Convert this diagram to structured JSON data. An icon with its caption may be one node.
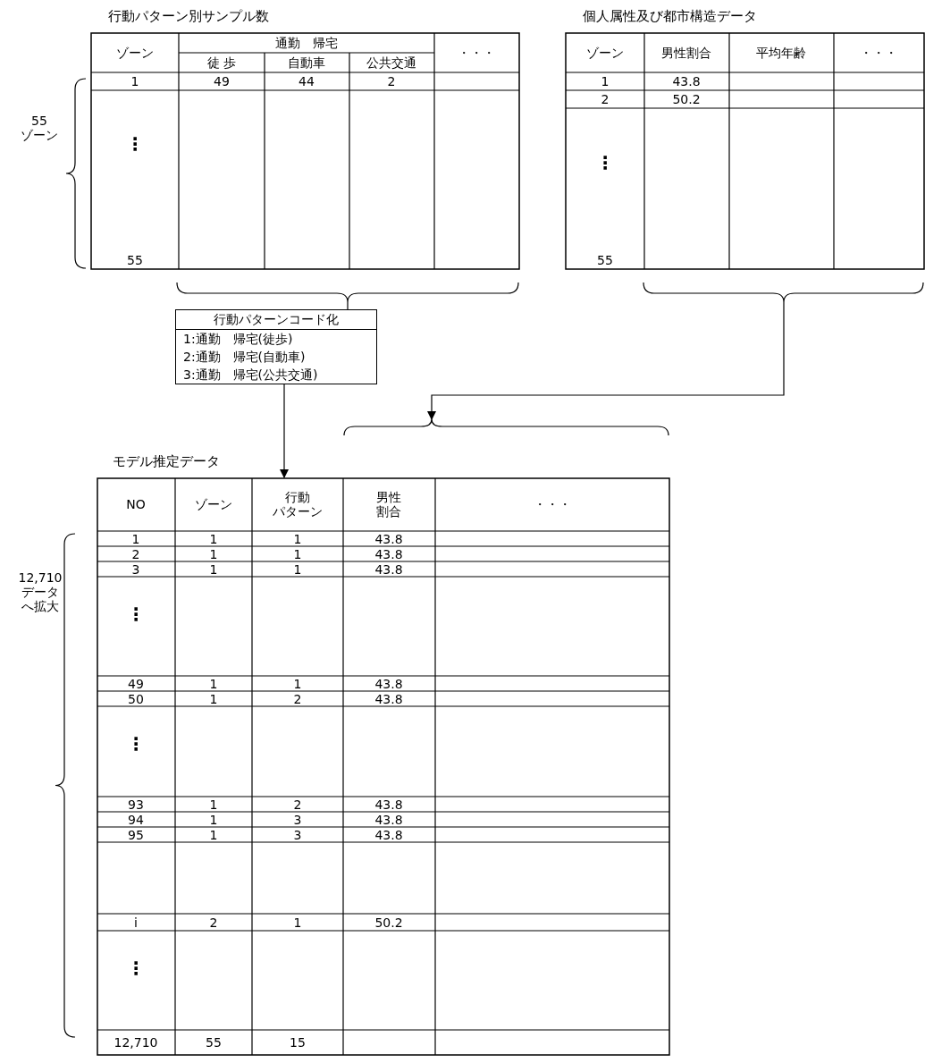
{
  "diagram": {
    "nodes": [
      {
        "text": [
          "行動パターン別サンプル数"
        ]
      },
      {
        "text": [
          "個人属性及び都市構造データ"
        ]
      },
      {
        "text": [
          "行動パターンコード化",
          "1:通勤　帰宅(徒歩)",
          "2:通勤　帰宅(自動車)",
          "3:通勤　帰宅(公共交通)"
        ]
      },
      {
        "text": [
          "モデル推定データ"
        ]
      }
    ],
    "edges": [
      {
        "from": 0,
        "to": 2,
        "arrow": "none"
      },
      {
        "from": 1,
        "to": 3,
        "arrow": "to"
      },
      {
        "from": 2,
        "to": 3,
        "arrow": "to"
      }
    ],
    "labels": [
      "55ゾーン",
      "ゾーン",
      "通勤　帰宅",
      "・・・",
      "徒 歩",
      "自動車",
      "公共交通",
      "1",
      "49",
      "44",
      "2",
      "⋮",
      "55",
      "ゾーン",
      "男性割合",
      "平均年齢",
      "・・・",
      "1",
      "43.8",
      "2",
      "50.2",
      "⋮",
      "55",
      "12,710データへ拡大",
      "NO",
      "ゾーン",
      "行動パターン",
      "男性割合",
      "・・・",
      "1",
      "1",
      "1",
      "43.8",
      "2",
      "1",
      "1",
      "43.8",
      "3",
      "1",
      "1",
      "43.8",
      "⋮",
      "49",
      "1",
      "1",
      "43.8",
      "50",
      "1",
      "2",
      "43.8",
      "⋮",
      "93",
      "1",
      "2",
      "43.8",
      "94",
      "1",
      "3",
      "43.8",
      "95",
      "1",
      "3",
      "43.8",
      "i",
      "2",
      "1",
      "50.2",
      "⋮",
      "12,710",
      "55",
      "15"
    ]
  }
}
